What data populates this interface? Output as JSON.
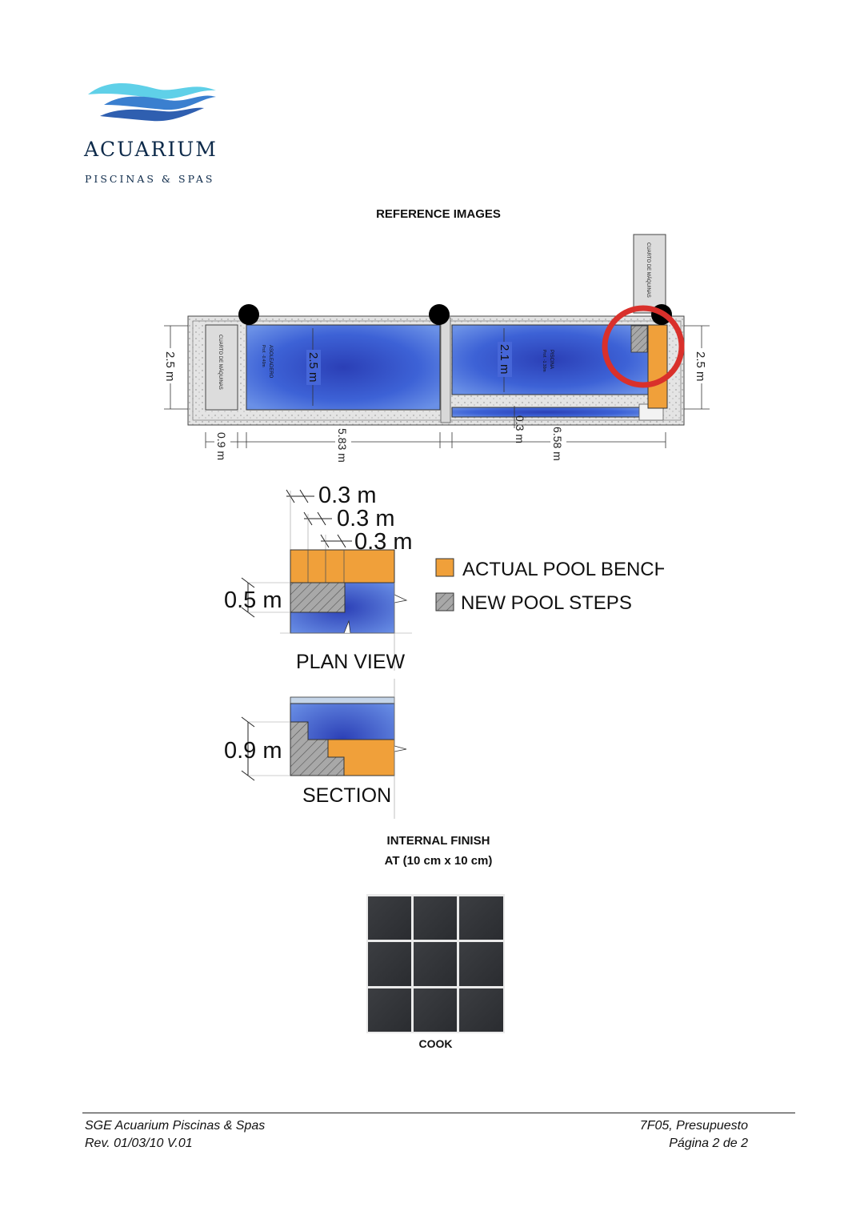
{
  "logo": {
    "name": "ACUARIUM",
    "tagline": "PISCINAS & SPAS"
  },
  "headings": {
    "reference_images": "REFERENCE IMAGES",
    "internal_finish": "INTERNAL FINISH",
    "tile_size": "AT (10 cm x 10 cm)"
  },
  "plan": {
    "room_left": "CUARTO DE MÁQUINAS",
    "room_top": "CUARTO DE MÁQUINAS",
    "pool_left_label": "ASOLEADERO",
    "pool_left_depth": "Prof. -0.40m",
    "pool_right_label": "PISCINA",
    "pool_right_depth": "Prof. -1.30m",
    "dim_height_left": "2.5 m",
    "dim_height_pool1": "2.5 m",
    "dim_height_pool2": "2.1 m",
    "dim_height_right": "2.5 m",
    "dim_width_room": "0.9 m",
    "dim_width_pool1": "5.83 m",
    "dim_width_pool2": "6.58 m",
    "dim_channel": "0.3 m"
  },
  "detail": {
    "step_dim_1": "0.3 m",
    "step_dim_2": "0.3 m",
    "step_dim_3": "0.3 m",
    "plan_depth": "0.5 m",
    "plan_view_label": "PLAN VIEW",
    "section_height": "0.9 m",
    "section_label": "SECTION"
  },
  "legend": {
    "bench": "ACTUAL POOL BENCH",
    "steps": "NEW POOL STEPS",
    "bench_color": "#f0a03a",
    "steps_color": "#9a9a9a"
  },
  "tile": {
    "caption": "COOK"
  },
  "footer": {
    "company": "SGE Acuarium Piscinas & Spas",
    "revision": "Rev. 01/03/10 V.01",
    "doc_code": "7F05, Presupuesto",
    "page": "Página 2 de 2"
  }
}
